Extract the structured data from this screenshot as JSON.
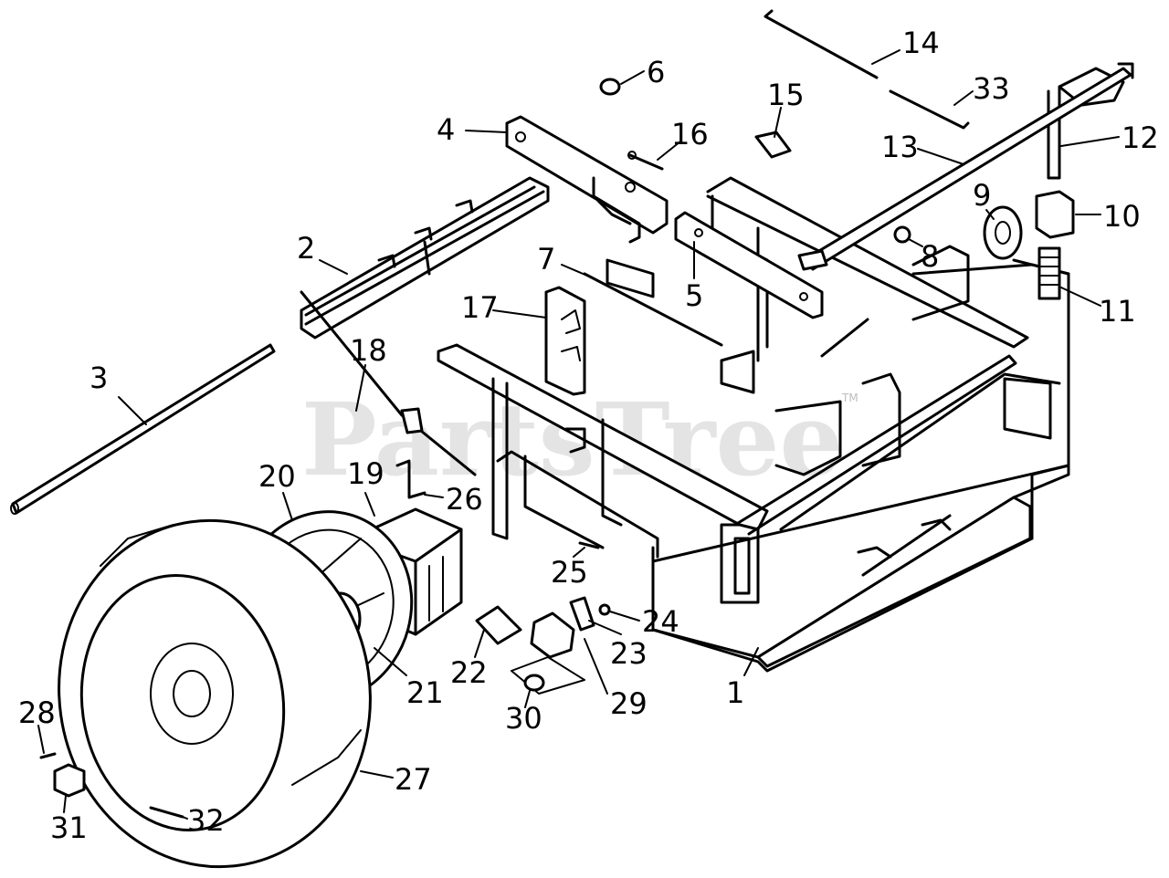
{
  "watermark": {
    "text": "PartsTree",
    "mark": "TM"
  },
  "labels": {
    "l1": "1",
    "l2": "2",
    "l3": "3",
    "l4": "4",
    "l5": "5",
    "l6": "6",
    "l7": "7",
    "l8": "8",
    "l9": "9",
    "l10": "10",
    "l11": "11",
    "l12": "12",
    "l13": "13",
    "l14": "14",
    "l15": "15",
    "l16": "16",
    "l17": "17",
    "l18": "18",
    "l19": "19",
    "l20": "20",
    "l21": "21",
    "l22": "22",
    "l23": "23",
    "l24": "24",
    "l25": "25",
    "l26": "26",
    "l27": "27",
    "l28": "28",
    "l29": "29",
    "l30": "30",
    "l31": "31",
    "l32": "32",
    "l33": "33"
  }
}
